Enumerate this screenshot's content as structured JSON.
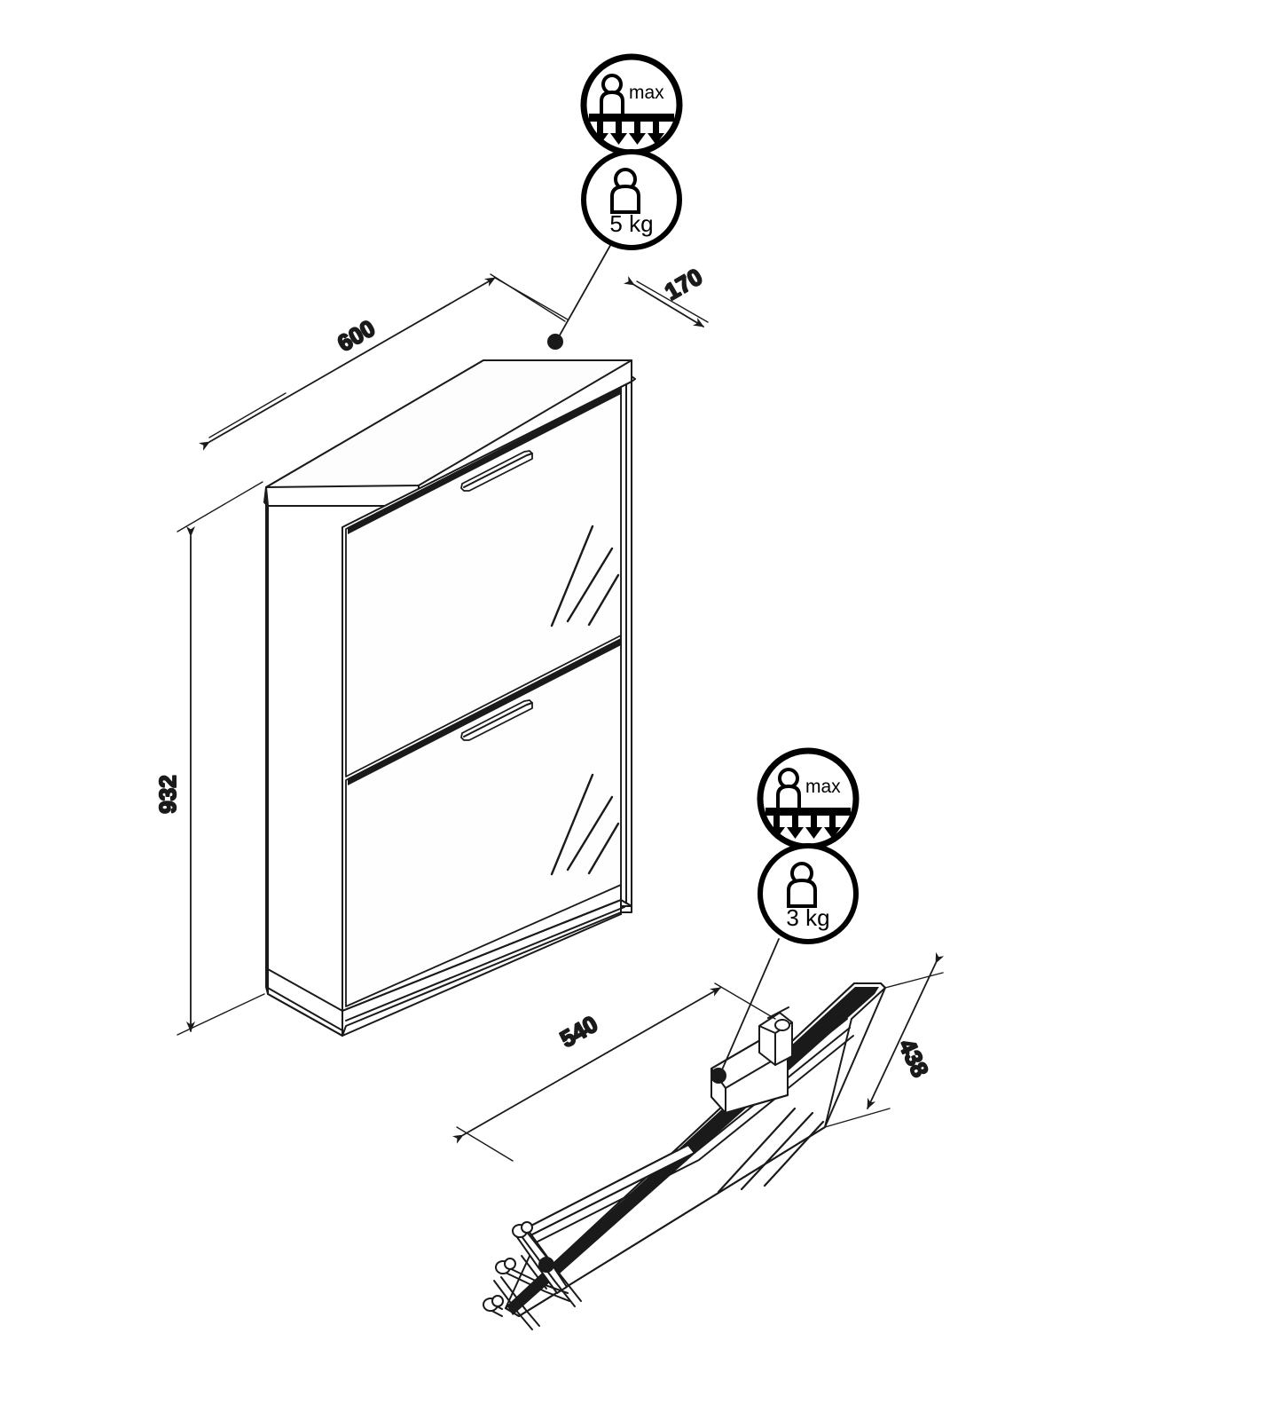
{
  "drawing": {
    "title": "Shoe cabinet assembly technical drawing",
    "background_color": "#ffffff",
    "line_color": "#1a1a1a"
  },
  "dimensions": {
    "width": "600",
    "depth": "170",
    "height": "932",
    "flap_width": "540",
    "flap_depth": "438"
  },
  "load_labels": {
    "max": "max",
    "top_load": "5 kg",
    "flap_load": "3 kg"
  },
  "icons": {
    "top_max_load": "max-distributed-load-icon",
    "top_weight": "weight-5kg-icon",
    "flap_max_load": "max-distributed-load-icon",
    "flap_weight": "weight-3kg-icon"
  }
}
